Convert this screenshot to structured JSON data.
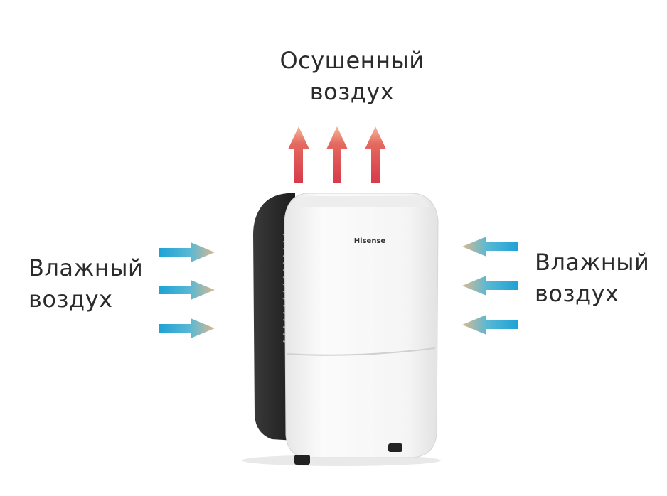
{
  "labels": {
    "top": {
      "line1": "Осушенный",
      "line2": "воздух"
    },
    "left": {
      "line1": "Влажный",
      "line2": "воздух"
    },
    "right": {
      "line1": "Влажный",
      "line2": "воздух"
    }
  },
  "device": {
    "brand": "Hisense"
  },
  "colors": {
    "dry_air_arrow": "#d9434f",
    "dry_air_arrow_light": "#f6b49a",
    "humid_air_arrow": "#2aa8d8",
    "humid_air_arrow_tip": "#c9b79b",
    "device_body": "#f3f3f3",
    "device_side": "#2a2a2a",
    "text": "#2b2b2b"
  }
}
